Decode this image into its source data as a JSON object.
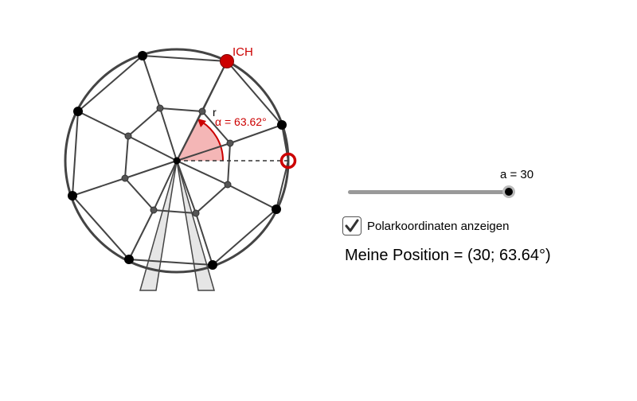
{
  "diagram": {
    "point_label": "ICH",
    "radius_label": "r",
    "angle_label": "α = 63.62°",
    "colors": {
      "accent_red": "#cc0000",
      "angle_fill": "#f4b6b6",
      "wheel_stroke": "#444444",
      "support_fill": "#e6e6e6"
    }
  },
  "controls": {
    "slider_label": "a = 30",
    "slider_value": 30,
    "checkbox_checked": true,
    "checkbox_label": "Polarkoordinaten anzeigen"
  },
  "output": {
    "position_text": "Meine Position = (30; 63.64°)"
  }
}
